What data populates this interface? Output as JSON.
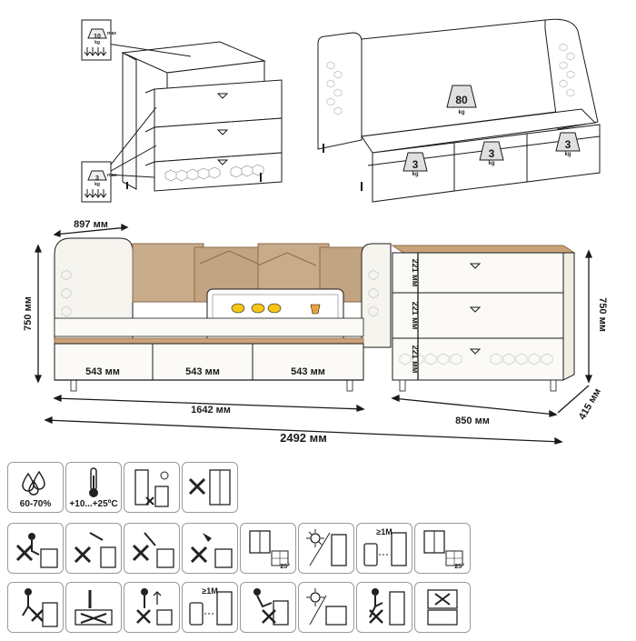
{
  "top_left": {
    "max_load": "10",
    "max_unit": "kg",
    "max_word": "max",
    "drawer_load": "3",
    "drawer_unit": "kg",
    "drawer_word": "max"
  },
  "top_right": {
    "bed_load": "80",
    "bed_unit": "kg",
    "drawer_loads": [
      {
        "value": "3",
        "unit": "kg"
      },
      {
        "value": "3",
        "unit": "kg"
      },
      {
        "value": "3",
        "unit": "kg"
      }
    ]
  },
  "dimensions": {
    "bed_depth": "897 мм",
    "bed_height": "750 мм",
    "drawer_width_1": "543 мм",
    "drawer_width_2": "543 мм",
    "drawer_width_3": "543 мм",
    "bed_length": "1642 мм",
    "total_length": "2492 мм",
    "dresser_height": "750 мм",
    "dresser_drawer_1": "221 мм",
    "dresser_drawer_2": "221 мм",
    "dresser_drawer_3": "221 мм",
    "dresser_width": "850 мм",
    "dresser_depth": "415 мм"
  },
  "care_icons": {
    "humidity": "60-70%",
    "temperature": "+10...+25ºC",
    "distance_1": "≥1M",
    "distance_2": "≥1M",
    "tile_1": "25°",
    "tile_2": "25°"
  },
  "colors": {
    "wood": "#c9a27a",
    "upholstery": "#c8ab8a",
    "board": "#f4f1ea",
    "line": "#1a1a1a"
  }
}
